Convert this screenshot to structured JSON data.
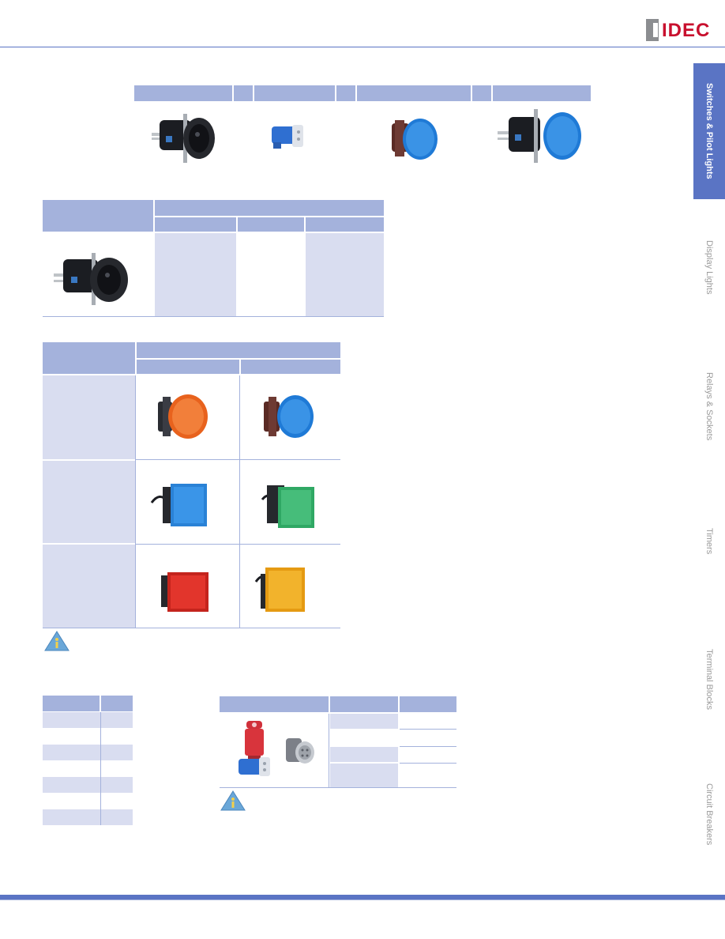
{
  "brand": {
    "logo_text": "IDEC",
    "accent": "#5a74c4",
    "header_fill": "#a4b2dc",
    "cell_fill": "#d9ddf0",
    "logo_red": "#c8102e"
  },
  "side_tabs": [
    {
      "label": "Switches & Pilot Lights",
      "active": true
    },
    {
      "label": "Display Lights",
      "active": false
    },
    {
      "label": "Relays & Sockets",
      "active": false
    },
    {
      "label": "Timers",
      "active": false
    },
    {
      "label": "Terminal Blocks",
      "active": false
    },
    {
      "label": "Circuit Breakers",
      "active": false
    }
  ],
  "icons": [
    "info-icon"
  ],
  "lens_colors": [
    "orange",
    "blue",
    "blue",
    "green",
    "red",
    "amber"
  ]
}
